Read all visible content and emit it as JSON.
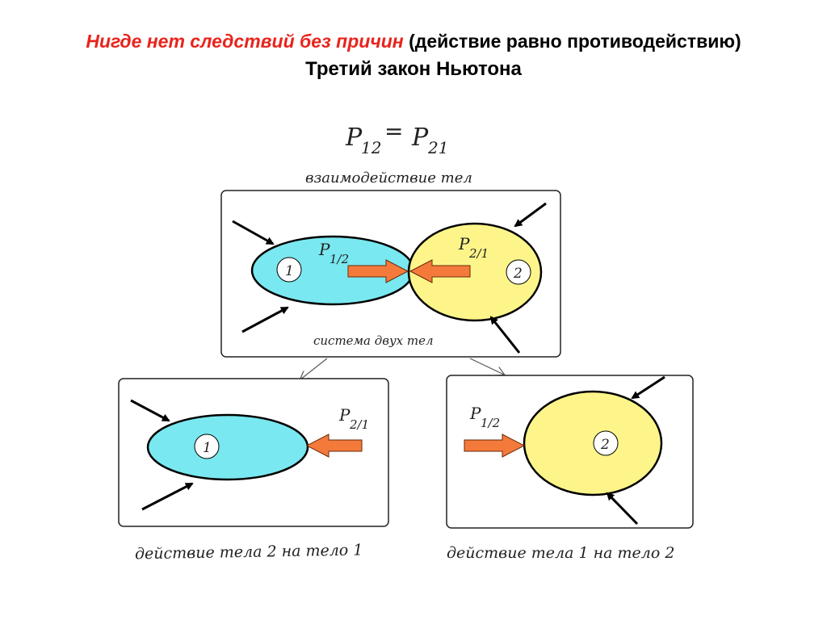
{
  "title": {
    "emphasis": "Нигде нет следствий без причин",
    "paren": "(действие равно противодействию)",
    "subtitle": "Третий закон Ньютона"
  },
  "formula": {
    "left": "P",
    "left_sub": "12",
    "eq": "=",
    "right": "P",
    "right_sub": "21"
  },
  "labels": {
    "interaction": "взаимодействие тел",
    "system": "система двух тел",
    "action_2_on_1": "действие тела 2 на тело 1",
    "action_1_on_2": "действие тела 1 на тело 2"
  },
  "bodies": {
    "body1": "1",
    "body2": "2"
  },
  "forces": {
    "p12": "P",
    "p12_sub": "1/2",
    "p21": "P",
    "p21_sub": "2/1"
  },
  "colors": {
    "body1_fill": "#7ae8f0",
    "body2_fill": "#fdf58a",
    "force_arrow": "#f47a3c",
    "title_accent": "#e8241c"
  }
}
